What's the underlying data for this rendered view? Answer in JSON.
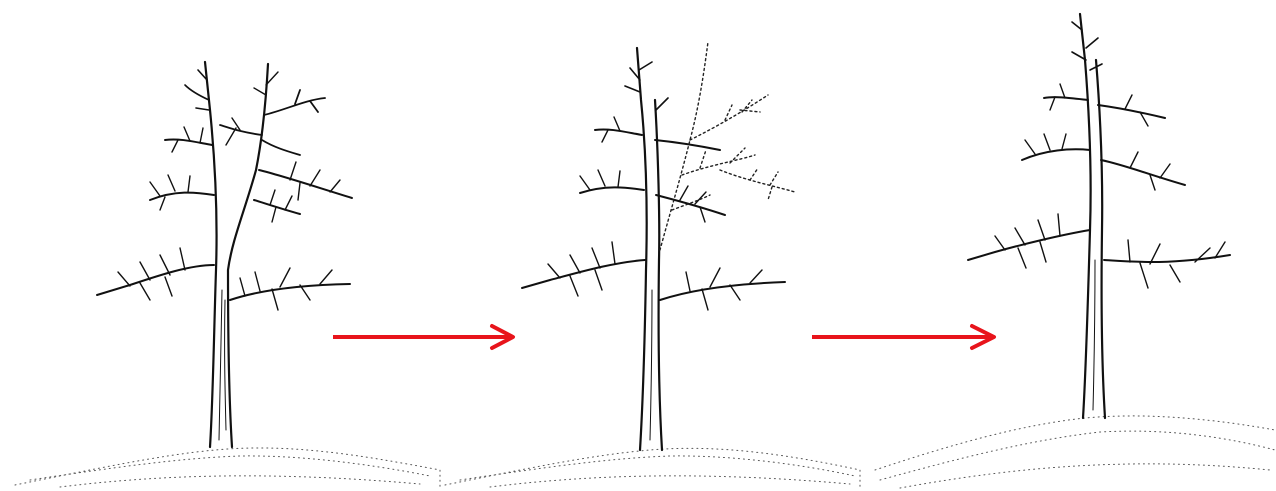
{
  "diagram": {
    "panels": [
      {
        "id": "before-pruning",
        "has_codominant_leader": true
      },
      {
        "id": "during-pruning",
        "removed_leader_shown_dotted": true
      },
      {
        "id": "after-pruning",
        "has_codominant_leader": false
      }
    ],
    "arrows": [
      {
        "from": "before-pruning",
        "to": "during-pruning"
      },
      {
        "from": "during-pruning",
        "to": "after-pruning"
      }
    ],
    "colors": {
      "ink": "#111111",
      "arrow": "#e8141b",
      "background": "#ffffff"
    }
  }
}
